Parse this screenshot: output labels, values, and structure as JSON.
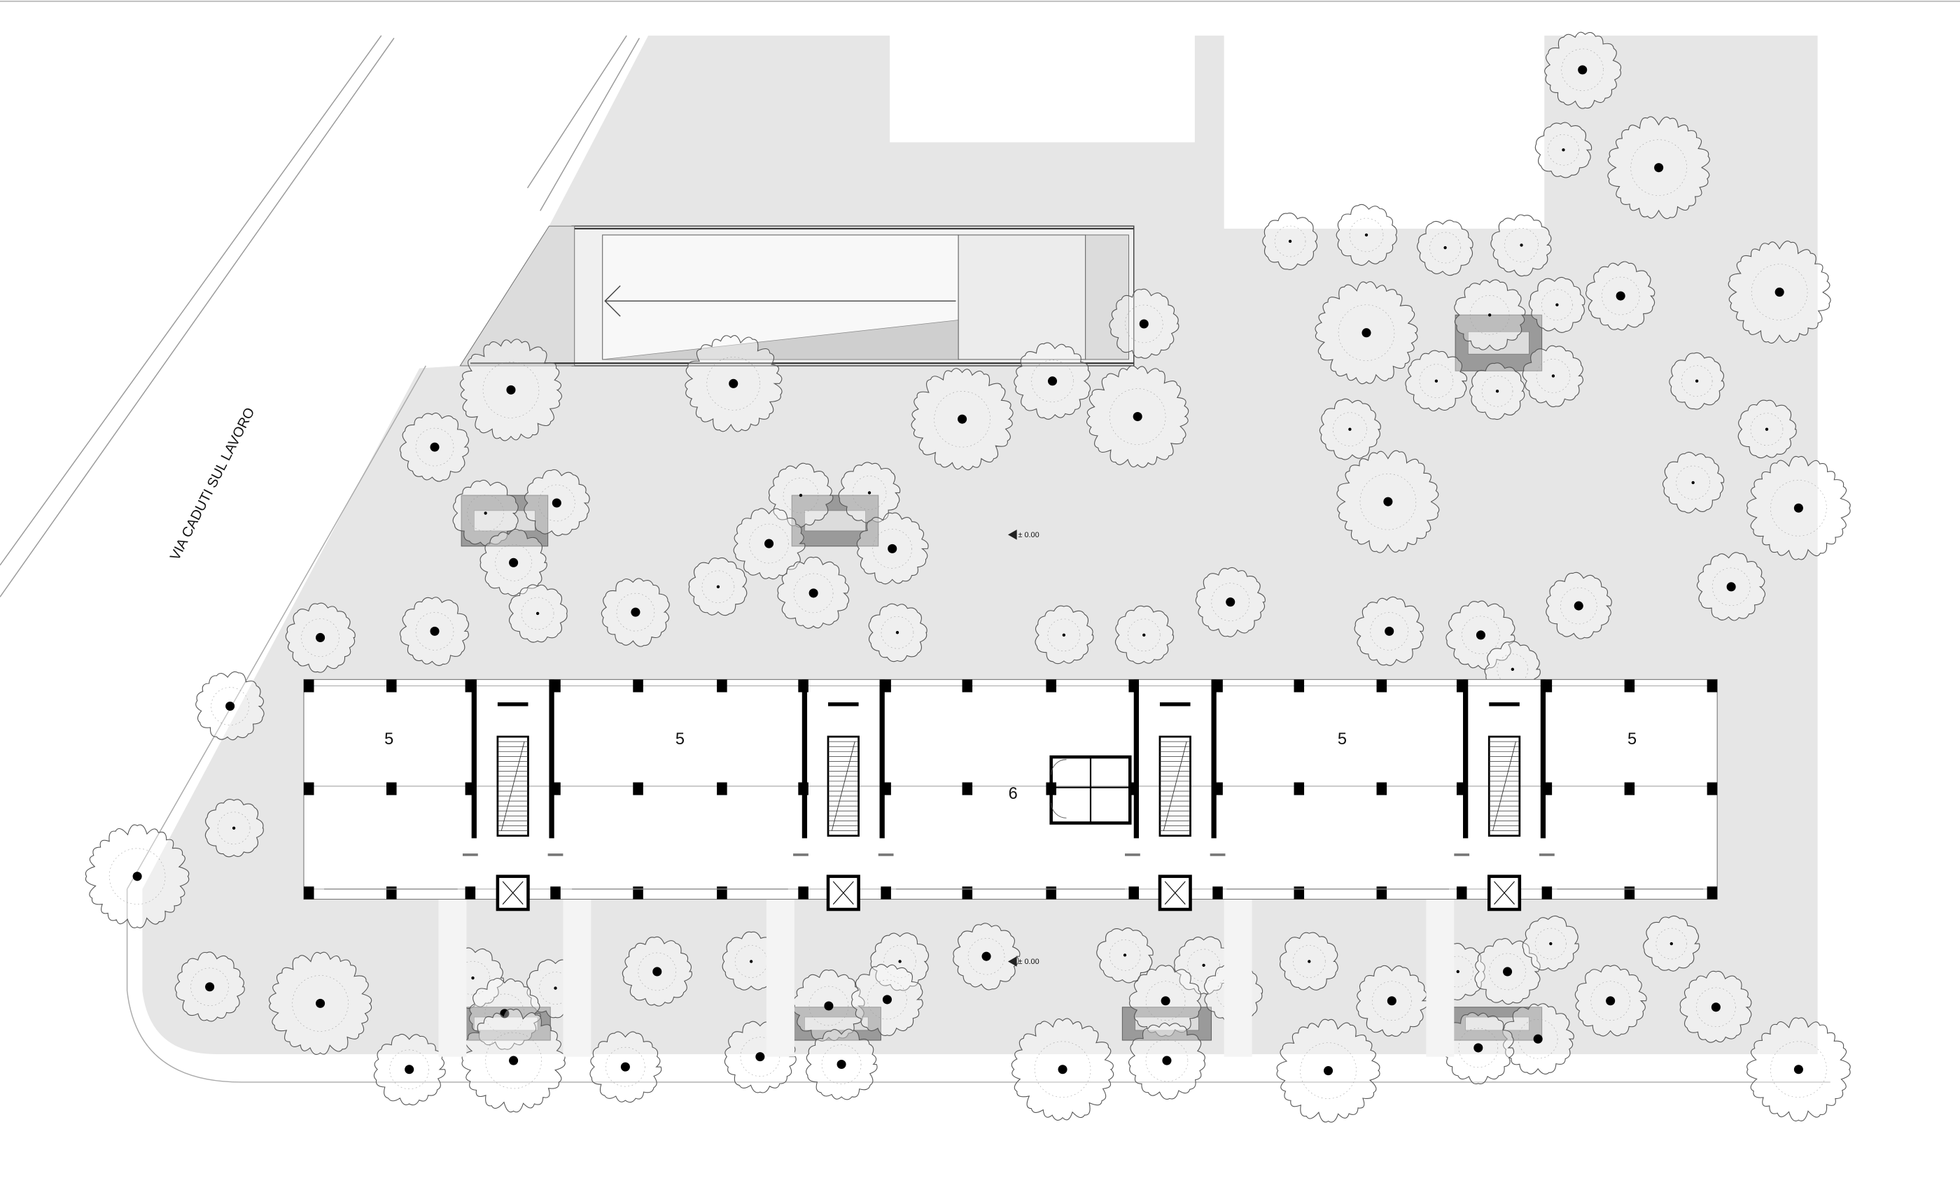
{
  "street": {
    "name": "VIA CADUTI SUL LAVORO"
  },
  "units": [
    {
      "id": "u1",
      "label": "5"
    },
    {
      "id": "u2",
      "label": "5"
    },
    {
      "id": "u3",
      "label": "6"
    },
    {
      "id": "u4",
      "label": "5"
    },
    {
      "id": "u5",
      "label": "5"
    }
  ],
  "levels": {
    "upper": "± 0.00",
    "lower": "± 0.00"
  },
  "colors": {
    "ground": "#e6e6e6",
    "building": "#ffffff",
    "wall": "#000000",
    "planter": "#9a9a9a",
    "tree_outline": "#555555"
  },
  "icons": {
    "tree": "tree-symbol-icon",
    "arrow": "ramp-direction-arrow-icon",
    "stair": "stair-flight-icon",
    "lift": "elevator-shaft-icon",
    "level": "level-marker-icon"
  }
}
